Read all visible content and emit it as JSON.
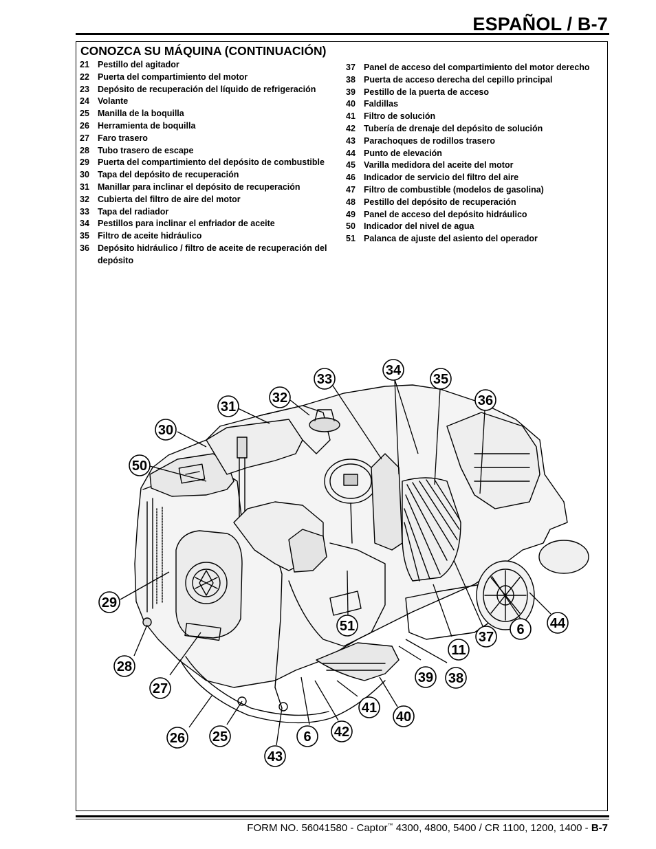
{
  "header": {
    "title": "ESPAÑOL / B-7"
  },
  "section": {
    "title": "CONOZCA SU MÁQUINA (CONTINUACIÓN)"
  },
  "parts_left": [
    {
      "num": "21",
      "label": "Pestillo del agitador"
    },
    {
      "num": "22",
      "label": "Puerta del compartimiento del motor"
    },
    {
      "num": "23",
      "label": "Depósito de recuperación del líquido de refrigeración"
    },
    {
      "num": "24",
      "label": "Volante"
    },
    {
      "num": "25",
      "label": "Manilla de la boquilla"
    },
    {
      "num": "26",
      "label": "Herramienta de boquilla"
    },
    {
      "num": "27",
      "label": "Faro trasero"
    },
    {
      "num": "28",
      "label": "Tubo trasero de escape"
    },
    {
      "num": "29",
      "label": "Puerta del compartimiento del depósito de combustible"
    },
    {
      "num": "30",
      "label": "Tapa del depósito de recuperación"
    },
    {
      "num": "31",
      "label": "Manillar para inclinar el depósito de recuperación"
    },
    {
      "num": "32",
      "label": "Cubierta del filtro de aire del motor"
    },
    {
      "num": "33",
      "label": "Tapa del radiador"
    },
    {
      "num": "34",
      "label": "Pestillos para inclinar el enfriador de aceite"
    },
    {
      "num": "35",
      "label": "Filtro de aceite hidráulico"
    },
    {
      "num": "36",
      "label": "Depósito hidráulico / filtro de aceite de recuperación del depósito"
    }
  ],
  "parts_right": [
    {
      "num": "37",
      "label": "Panel de acceso del compartimiento del motor derecho"
    },
    {
      "num": "38",
      "label": "Puerta de acceso derecha del cepillo principal"
    },
    {
      "num": "39",
      "label": "Pestillo de la puerta de acceso"
    },
    {
      "num": "40",
      "label": "Faldillas"
    },
    {
      "num": "41",
      "label": "Filtro de solución"
    },
    {
      "num": "42",
      "label": "Tubería de drenaje del depósito de solución"
    },
    {
      "num": "43",
      "label": "Parachoques de rodillos trasero"
    },
    {
      "num": "44",
      "label": "Punto de elevación"
    },
    {
      "num": "45",
      "label": "Varilla medidora del aceite del motor"
    },
    {
      "num": "46",
      "label": "Indicador de servicio del filtro del aire"
    },
    {
      "num": "47",
      "label": "Filtro de combustible (modelos de gasolina)"
    },
    {
      "num": "48",
      "label": "Pestillo del depósito de recuperación"
    },
    {
      "num": "49",
      "label": "Panel de acceso del depósito hidráulico"
    },
    {
      "num": "50",
      "label": "Indicador del nivel de agua"
    },
    {
      "num": "51",
      "label": "Palanca de ajuste del asiento del operador"
    }
  ],
  "callouts": {
    "c33": "33",
    "c34": "34",
    "c35": "35",
    "c36": "36",
    "c31": "31",
    "c32": "32",
    "c30": "30",
    "c50": "50",
    "c29": "29",
    "c51": "51",
    "c37": "37",
    "c6a": "6",
    "c44": "44",
    "c11": "11",
    "c28": "28",
    "c27": "27",
    "c39": "39",
    "c38": "38",
    "c41": "41",
    "c40": "40",
    "c26": "26",
    "c25": "25",
    "c6b": "6",
    "c42": "42",
    "c43": "43"
  },
  "footer": {
    "form": "FORM NO. 56041580 - Captor",
    "tm": "™",
    "models": " 4300, 4800, 5400 / CR 1100, 1200, 1400 - ",
    "page": "B-7"
  }
}
